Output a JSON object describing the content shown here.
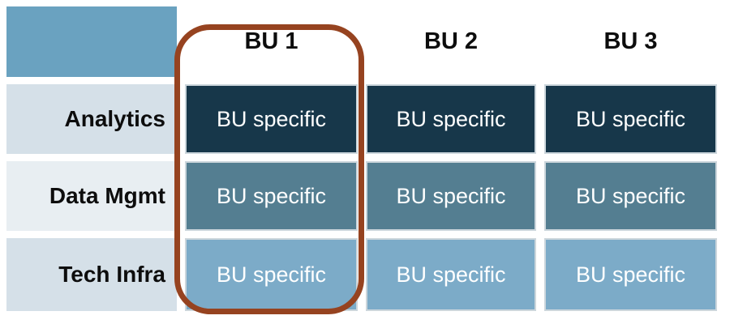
{
  "matrix": {
    "corner_label": "",
    "column_headers": [
      "BU 1",
      "BU 2",
      "BU 3"
    ],
    "row_labels": [
      "Analytics",
      "Data Mgmt",
      "Tech Infra"
    ],
    "cells": [
      [
        "BU specific",
        "BU specific",
        "BU specific"
      ],
      [
        "BU specific",
        "BU specific",
        "BU specific"
      ],
      [
        "BU specific",
        "BU specific",
        "BU specific"
      ]
    ]
  },
  "highlight": {
    "target_column": "BU 1",
    "border_color": "#964320"
  },
  "colors": {
    "corner_fill": "#6aa2c0",
    "row1_cell_fill": "#17374a",
    "row2_cell_fill": "#547e91",
    "row3_cell_fill": "#7cabc8",
    "row_label_bg_odd": "#d5e0e8",
    "row_label_bg_even": "#e8eef2",
    "cell_border": "#ccd6dc",
    "cell_text": "#ffffff",
    "header_text": "#0d0d0d"
  }
}
